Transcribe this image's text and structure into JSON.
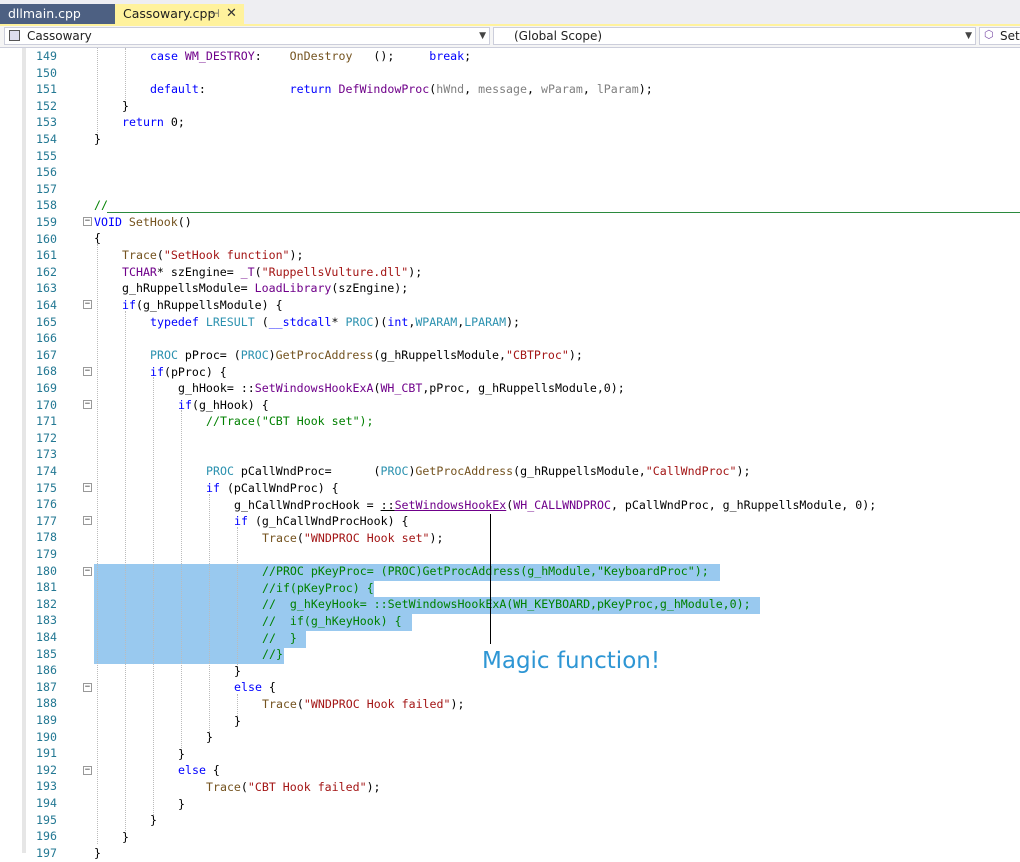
{
  "tabs": [
    {
      "label": "dllmain.cpp",
      "active": false
    },
    {
      "label": "Cassowary.cpp",
      "active": true,
      "pin_icon": "pin-icon",
      "close_icon": "close-icon"
    }
  ],
  "nav": {
    "project": "Cassowary",
    "scope": "(Global Scope)",
    "member": "SetH"
  },
  "line_numbers": [
    "149",
    "150",
    "151",
    "152",
    "153",
    "154",
    "155",
    "156",
    "157",
    "158",
    "159",
    "160",
    "161",
    "162",
    "163",
    "164",
    "165",
    "166",
    "167",
    "168",
    "169",
    "170",
    "171",
    "172",
    "173",
    "174",
    "175",
    "176",
    "177",
    "178",
    "179",
    "180",
    "181",
    "182",
    "183",
    "184",
    "185",
    "186",
    "187",
    "188",
    "189",
    "190",
    "191",
    "192",
    "193",
    "194",
    "195",
    "196",
    "197"
  ],
  "code": {
    "l149": [
      "case ",
      "WM_DESTROY",
      ":    ",
      "OnDestroy",
      "   ();     ",
      "break",
      ";"
    ],
    "l151": [
      "default",
      ":            ",
      "return ",
      "DefWindowProc",
      "(",
      "hWnd",
      ", ",
      "message",
      ", ",
      "wParam",
      ", ",
      "lParam",
      ");"
    ],
    "l152": "}",
    "l153": [
      "return ",
      "0;"
    ],
    "l154": "}",
    "l158": "//",
    "l159": [
      "VOID",
      " ",
      "SetHook",
      "()"
    ],
    "l160": "{",
    "l161": [
      "Trace",
      "(",
      "\"SetHook function\"",
      ");"
    ],
    "l162": [
      "TCHAR",
      "* szEngine= ",
      "_T",
      "(",
      "\"RuppellsVulture.dll\"",
      ");"
    ],
    "l163": [
      "g_hRuppellsModule= ",
      "LoadLibrary",
      "(szEngine);"
    ],
    "l164": [
      "if",
      "(g_hRuppellsModule) {"
    ],
    "l165": [
      "typedef ",
      "LRESULT",
      " (",
      "__stdcall",
      "* ",
      "PROC",
      ")(",
      "int",
      ",",
      "WPARAM",
      ",",
      "LPARAM",
      ");"
    ],
    "l167": [
      "PROC",
      " pProc= (",
      "PROC",
      ")",
      "GetProcAddress",
      "(g_hRuppellsModule,",
      "\"CBTProc\"",
      ");"
    ],
    "l168": [
      "if",
      "(pProc) {"
    ],
    "l169": [
      "g_hHook= ::",
      "SetWindowsHookExA",
      "(",
      "WH_CBT",
      ",pProc, g_hRuppellsModule,0);"
    ],
    "l170": [
      "if",
      "(g_hHook) {"
    ],
    "l171": "//Trace(\"CBT Hook set\");",
    "l174": [
      "PROC",
      " pCallWndProc=      (",
      "PROC",
      ")",
      "GetProcAddress",
      "(g_hRuppellsModule,",
      "\"CallWndProc\"",
      ");"
    ],
    "l175": [
      "if ",
      "(pCallWndProc) {"
    ],
    "l176": [
      "g_hCallWndProcHook = ",
      "::",
      "SetWindowsHookEx",
      "(",
      "WH_CALLWNDPROC",
      ", pCallWndProc, g_hRuppellsModule, 0);"
    ],
    "l177": [
      "if ",
      "(g_hCallWndProcHook) {"
    ],
    "l178": [
      "Trace",
      "(",
      "\"WNDPROC Hook set\"",
      ");"
    ],
    "l180": "//PROC pKeyProc= (PROC)GetProcAddress(g_hModule,\"KeyboardProc\");",
    "l181": "//if(pKeyProc) {",
    "l182": "//  g_hKeyHook= ::SetWindowsHookExA(WH_KEYBOARD,pKeyProc,g_hModule,0);",
    "l183": "//  if(g_hKeyHook) {",
    "l184": "//  }",
    "l185": "//}",
    "l186": "}",
    "l187": [
      "else",
      " {"
    ],
    "l188": [
      "Trace",
      "(",
      "\"WNDPROC Hook failed\"",
      ");"
    ],
    "l189": "}",
    "l190": "}",
    "l191": "}",
    "l192": [
      "else",
      " {"
    ],
    "l193": [
      "Trace",
      "(",
      "\"CBT Hook failed\"",
      ");"
    ],
    "l194": "}",
    "l195": "}",
    "l196": "}",
    "l197": "}"
  },
  "annotation": {
    "text": "Magic function!",
    "color": "#2e96d4"
  },
  "colors": {
    "keyword": "#0000ff",
    "comment": "#008000",
    "string": "#a31515",
    "function": "#74531f",
    "macro": "#6f008a",
    "type": "#2b91af",
    "line_number": "#237893",
    "selection": "#99c9ef",
    "active_tab": "#fff29d",
    "inactive_tab": "#4d6082"
  }
}
